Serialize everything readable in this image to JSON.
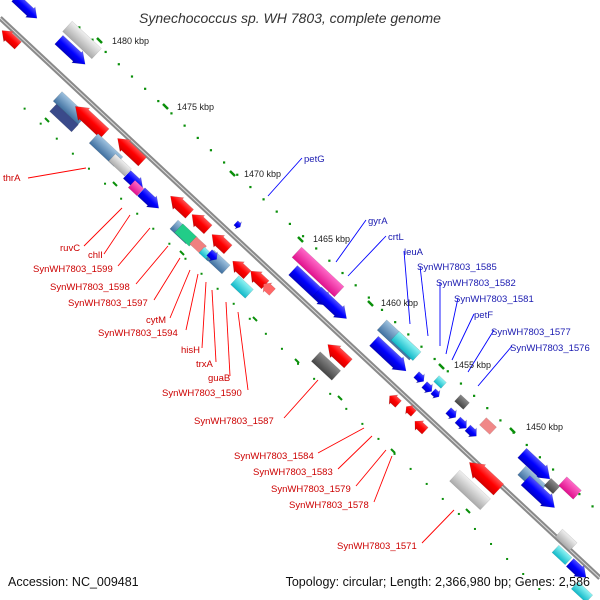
{
  "title": "Synechococcus sp. WH 7803, complete genome",
  "footer": {
    "accession": "Accession: NC_009481",
    "stats": "Topology: circular; Length: 2,366,980 bp; Genes: 2,586"
  },
  "scale_labels": [
    "1480 kbp",
    "1475 kbp",
    "1470 kbp",
    "1465 kbp",
    "1460 kbp",
    "1455 kbp",
    "1450 kbp"
  ],
  "gene_labels": {
    "reverse_strand": [
      "thrA",
      "ruvC",
      "chlI",
      "SynWH7803_1599",
      "SynWH7803_1598",
      "SynWH7803_1597",
      "cytM",
      "SynWH7803_1594",
      "hisH",
      "trxA",
      "guaB",
      "SynWH7803_1590",
      "SynWH7803_1587",
      "SynWH7803_1584",
      "SynWH7803_1583",
      "SynWH7803_1579",
      "SynWH7803_1578",
      "SynWH7803_1571"
    ],
    "forward_strand": [
      "petG",
      "gyrA",
      "crtL",
      "leuA",
      "SynWH7803_1585",
      "SynWH7803_1582",
      "SynWH7803_1581",
      "petF",
      "SynWH7803_1577",
      "SynWH7803_1576"
    ]
  },
  "colors": {
    "reverse_cds": "#ff0000",
    "forward_cds": "#0000ff",
    "backbone": "#808080",
    "scale_tick": "#0a8f0a",
    "reverse_label": "#cc0000",
    "forward_label": "#1a1ab0"
  }
}
